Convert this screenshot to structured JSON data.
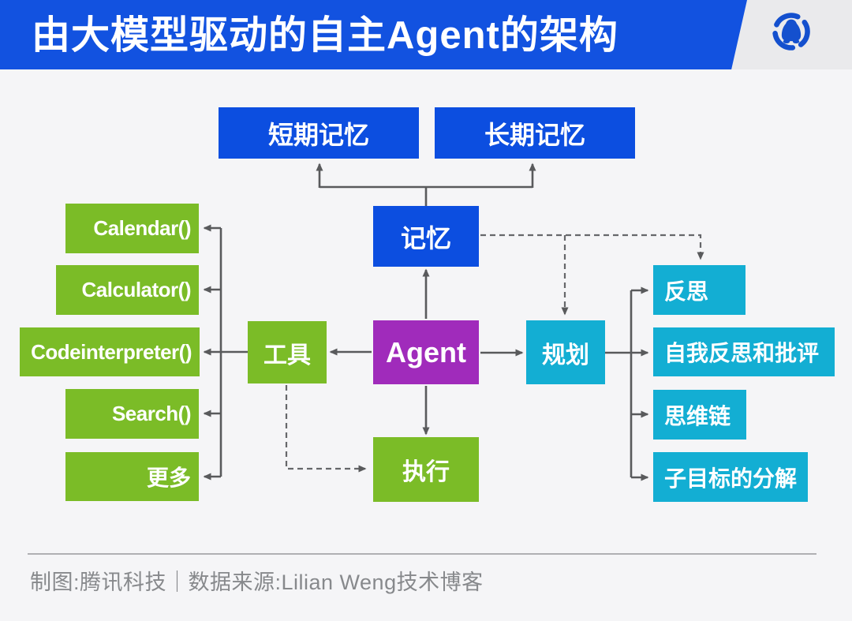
{
  "banner": {
    "title": "由大模型驱动的自主Agent的架构",
    "logo": "tencent-news-penguin-logo"
  },
  "diagram": {
    "short_term_memory": "短期记忆",
    "long_term_memory": "长期记忆",
    "memory": "记忆",
    "agent": "Agent",
    "tools": "工具",
    "planning": "规划",
    "action": "执行",
    "tool_items": [
      "Calendar()",
      "Calculator()",
      "Codeinterpreter()",
      "Search()",
      "更多"
    ],
    "planning_items": [
      "反思",
      "自我反思和批评",
      "思维链",
      "子目标的分解"
    ]
  },
  "footer": {
    "credit": "制图:腾讯科技｜数据来源:Lilian Weng技术博客"
  },
  "colors": {
    "banner_blue": "#1252E0",
    "node_blue": "#0C4EE0",
    "node_purple": "#A02BBB",
    "node_cyan": "#13AED3",
    "node_green": "#7BBC27",
    "connector_gray": "#595A5C",
    "background": "#F5F5F7"
  }
}
